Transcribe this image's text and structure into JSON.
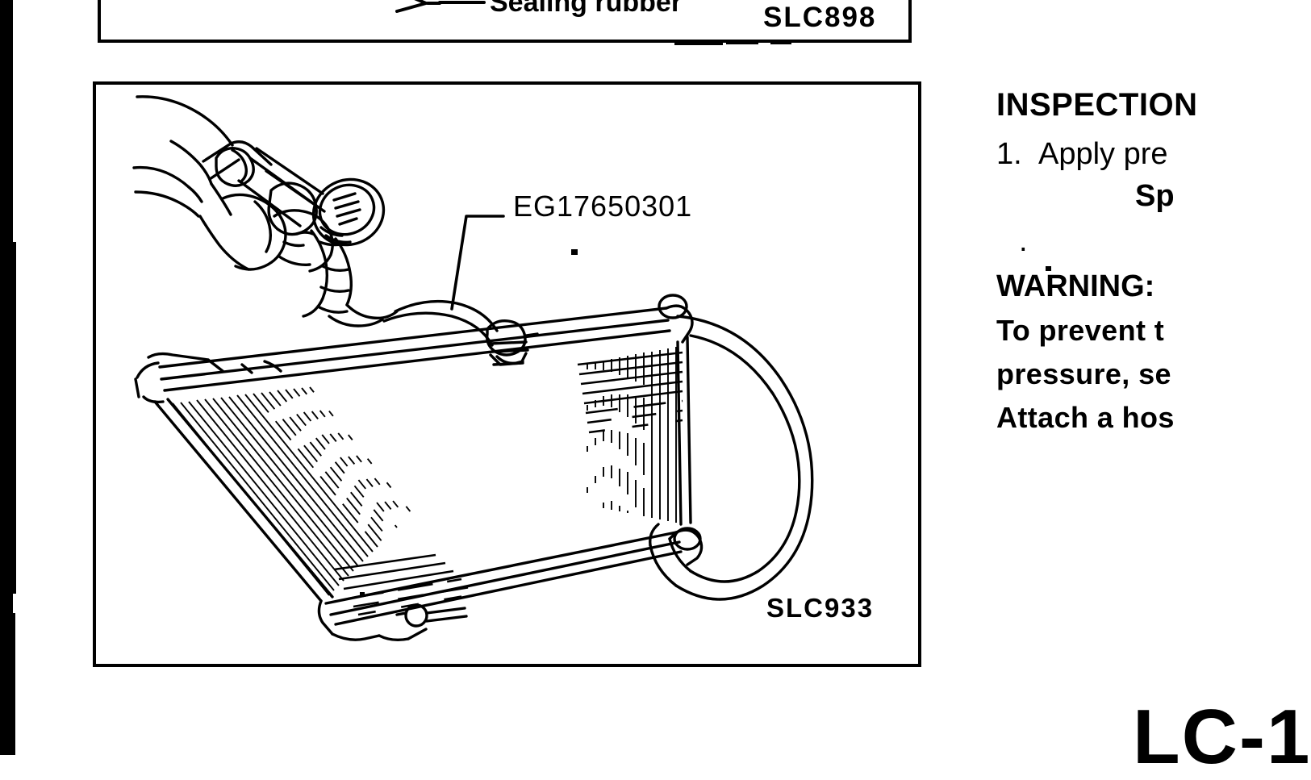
{
  "page": {
    "background_color": "#ffffff",
    "ink_color": "#000000",
    "footer_page_number": "LC-1"
  },
  "figures": [
    {
      "id": "figure-top",
      "code": "SLC898",
      "callouts": [
        {
          "name": "sealing-rubber",
          "text": "Sealing rubber"
        }
      ]
    },
    {
      "id": "figure-main",
      "code": "SLC933",
      "callouts": [
        {
          "name": "special-tool",
          "text": "EG17650301"
        }
      ],
      "subject": "radiator-pressure-test"
    }
  ],
  "text_column": {
    "heading": "INSPECTION",
    "step": {
      "number": "1.",
      "text": "Apply pre"
    },
    "spec_label": "Sp",
    "dot_marker": ".",
    "warning_heading": "WARNING:",
    "warning_lines": [
      "To prevent t",
      "pressure, se",
      "Attach a hos"
    ]
  }
}
